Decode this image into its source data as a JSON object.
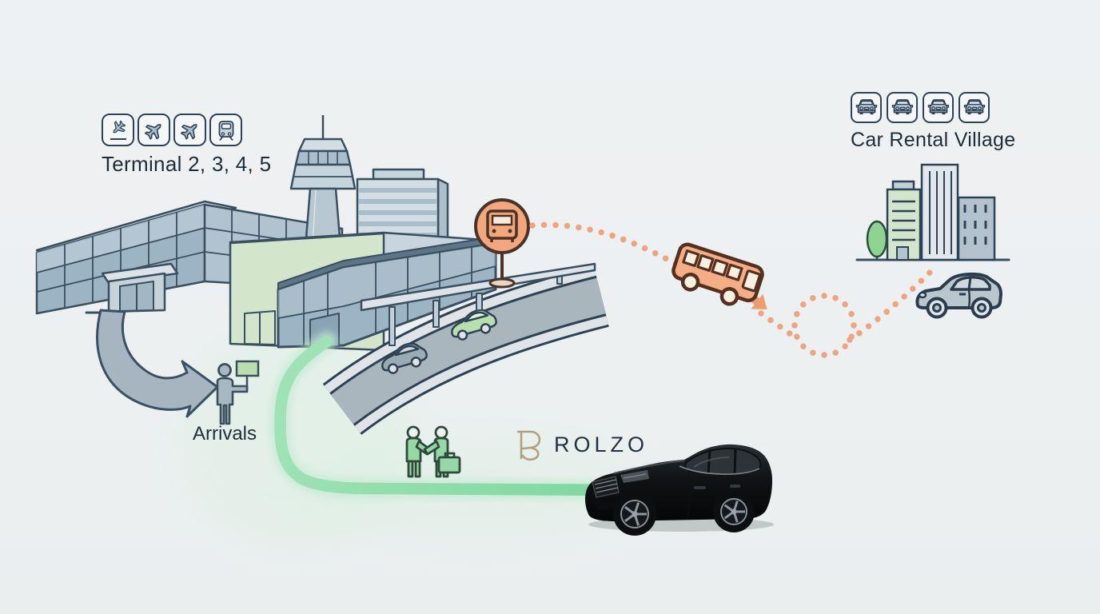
{
  "terminal": {
    "label": "Terminal 2, 3, 4, 5",
    "icons": [
      "plane-landing-icon",
      "plane-icon",
      "plane-icon",
      "train-icon"
    ]
  },
  "rental": {
    "label": "Car Rental Village",
    "icons": [
      "car-front-icon",
      "car-front-icon",
      "car-front-icon",
      "car-front-icon"
    ]
  },
  "arrivals": {
    "label": "Arrivals"
  },
  "brand": {
    "wordmark": "ROLZO",
    "monogram": "rolzo-r-mark"
  },
  "colors": {
    "background": "#edf0f2",
    "outline_ink": "#3a4f60",
    "route_green": "#85d9a2",
    "route_orange": "#efa47d",
    "bus_fill": "#f5ad85",
    "bus_outline": "#53301f",
    "brand_gold": "#b2a07f",
    "brand_navy": "#243140",
    "sign_green": "#b9dfae"
  }
}
